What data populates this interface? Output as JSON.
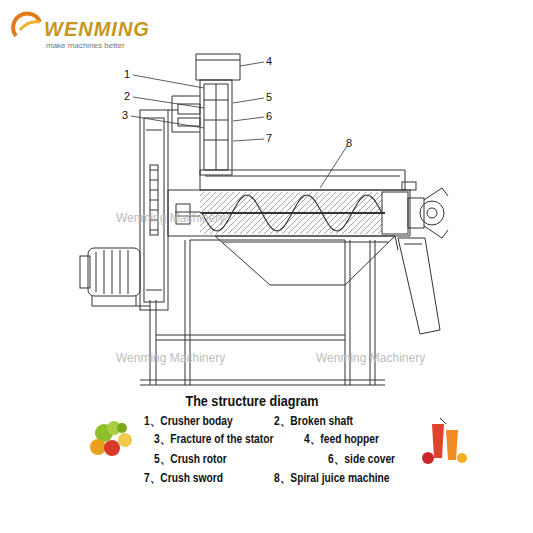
{
  "diagram": {
    "title": "The structure diagram",
    "labels": [
      "WENMING",
      "make machines better",
      "1",
      "2",
      "3",
      "4",
      "5",
      "6",
      "7",
      "8",
      "Wenming Machinery",
      "Wenming Machinery",
      "Wenming Machinery",
      "1、Crusher boday",
      "2、Broken shaft",
      "3、Fracture of the stator",
      "4、feed hopper",
      "5、Crush rotor",
      "6、side cover",
      "7、Crush sword",
      "8、Spiral juice machine"
    ]
  }
}
